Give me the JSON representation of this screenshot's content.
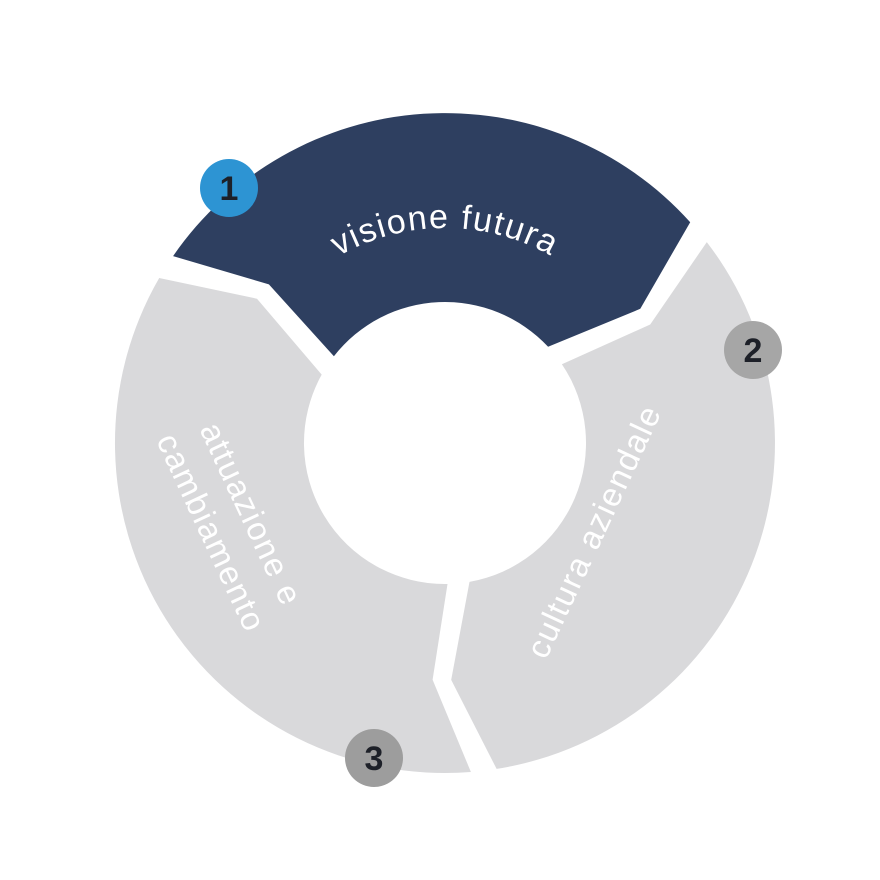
{
  "diagram": {
    "type": "cycle",
    "background_color": "#ffffff",
    "badge_number_color": "#1d2028",
    "segments": [
      {
        "number": "1",
        "label": "visione futura",
        "color": "#2e3f60",
        "badge_color": "#2d94d3",
        "label_color": "#ffffff",
        "highlighted": true
      },
      {
        "number": "2",
        "label": "cultura aziendale",
        "color": "#d9d9db",
        "badge_color": "#a6a6a6",
        "label_color": "#ffffff",
        "highlighted": false
      },
      {
        "number": "3",
        "label": "attuazione e cambiamento",
        "label_lines": [
          "attuazione e",
          "cambiamento"
        ],
        "color": "#d9d9db",
        "badge_color": "#9d9d9d",
        "label_color": "#ffffff",
        "highlighted": false
      }
    ]
  }
}
